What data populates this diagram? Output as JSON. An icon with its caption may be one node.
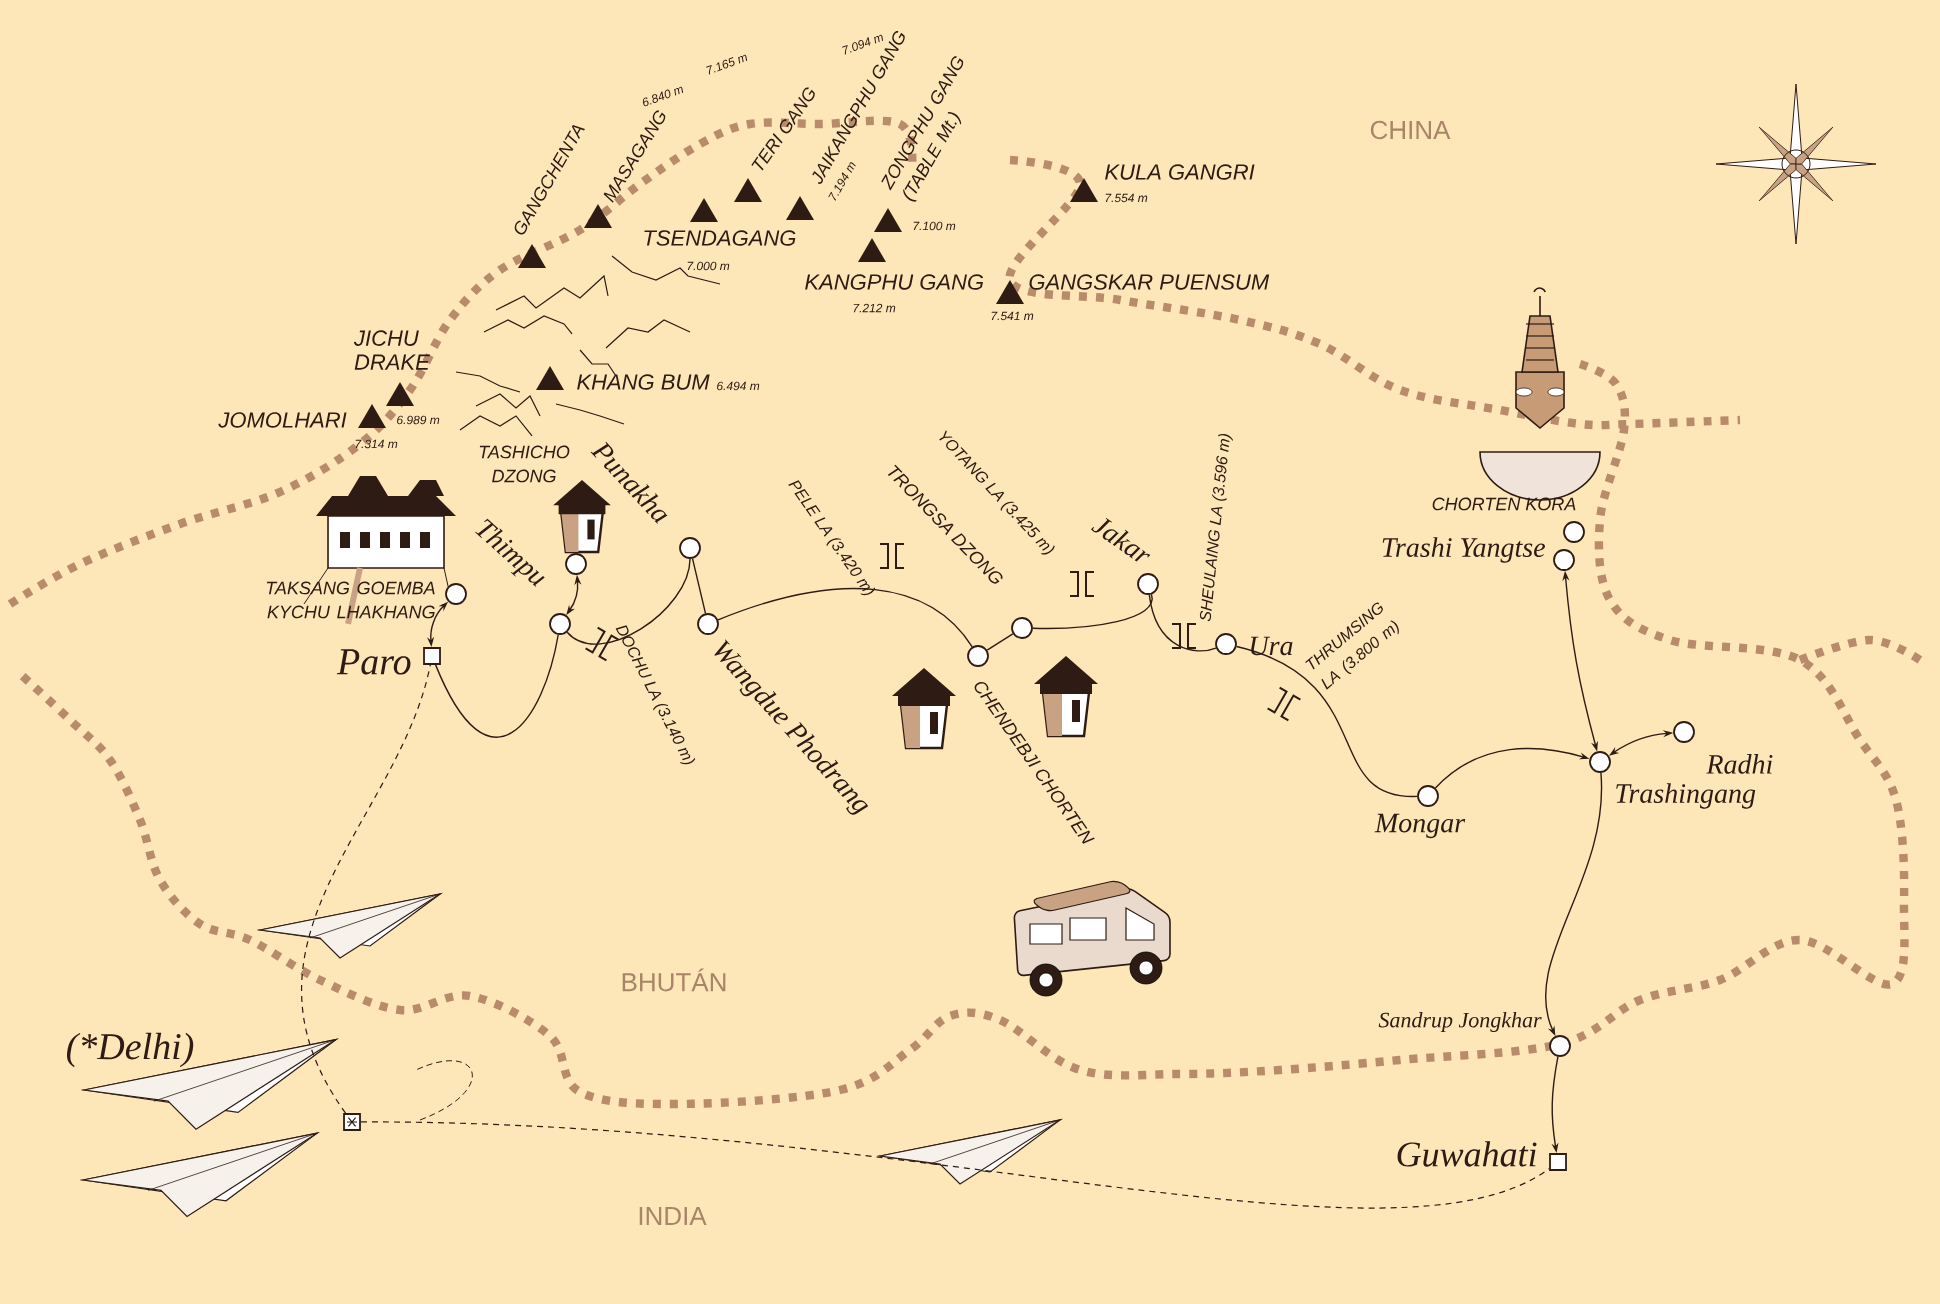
{
  "diagram": {
    "nodes": [
      {
        "text": [
          "Paro"
        ]
      },
      {
        "text": [
          "TAKSANG GOEMBA KYCHU LHAKHANG"
        ]
      },
      {
        "text": [
          "Thimpu"
        ]
      },
      {
        "text": [
          "TASHICHO DZONG"
        ]
      },
      {
        "text": [
          "Punakha"
        ]
      },
      {
        "text": [
          "Wangdue Phodrang"
        ]
      },
      {
        "text": [
          "CHENDEBJI CHORTEN"
        ]
      },
      {
        "text": [
          "TRONGSA DZONG"
        ]
      },
      {
        "text": [
          "Jakar"
        ]
      },
      {
        "text": [
          "Ura"
        ]
      },
      {
        "text": [
          "Mongar"
        ]
      },
      {
        "text": [
          "CHORTEN KORA"
        ]
      },
      {
        "text": [
          "Trashi Yangtse"
        ]
      },
      {
        "text": [
          "Trashingang"
        ]
      },
      {
        "text": [
          "Radhi"
        ]
      },
      {
        "text": [
          "Sandrup Jongkhar"
        ]
      },
      {
        "text": [
          "Guwahati"
        ]
      },
      {
        "text": [
          "(*Delhi)"
        ]
      }
    ],
    "edges": [
      {
        "from": 0,
        "to": 1,
        "arrow": "both"
      },
      {
        "from": 0,
        "to": 2,
        "arrow": "none"
      },
      {
        "from": 2,
        "to": 3,
        "arrow": "both"
      },
      {
        "from": 2,
        "to": 4,
        "arrow": "none"
      },
      {
        "from": 4,
        "to": 5,
        "arrow": "none"
      },
      {
        "from": 5,
        "to": 6,
        "arrow": "none"
      },
      {
        "from": 6,
        "to": 7,
        "arrow": "none"
      },
      {
        "from": 7,
        "to": 8,
        "arrow": "none"
      },
      {
        "from": 8,
        "to": 9,
        "arrow": "none"
      },
      {
        "from": 9,
        "to": 10,
        "arrow": "none"
      },
      {
        "from": 10,
        "to": 13,
        "arrow": "to"
      },
      {
        "from": 12,
        "to": 13,
        "arrow": "both"
      },
      {
        "from": 13,
        "to": 14,
        "arrow": "both"
      },
      {
        "from": 13,
        "to": 15,
        "arrow": "to"
      },
      {
        "from": 15,
        "to": 16,
        "arrow": "to"
      },
      {
        "from": 17,
        "to": 0,
        "arrow": "none",
        "style": "dashed"
      },
      {
        "from": 17,
        "to": 16,
        "arrow": "none",
        "style": "dashed"
      }
    ],
    "labels": [
      "CHINA",
      "GANGCHENTA",
      "6.840 m",
      "MASAGANG",
      "7.165 m",
      "TERI GANG",
      "7.094 m",
      "JAIKANGPHU GANG",
      "7.194 m",
      "ZONGPHU GANG (TABLE Mt.)",
      "7.100 m",
      "KULA GANGRI",
      "7.554 m",
      "TSENDAGANG",
      "7.000 m",
      "KANGPHU GANG",
      "7.212 m",
      "GANGSKAR PUENSUM",
      "7.541 m",
      "JICHU DRAKE",
      "KHANG BUM",
      "6.494 m",
      "JOMOLHARI",
      "6.989 m",
      "7.314 m",
      "PELE LA (3.420 m)",
      "YOTANG LA (3.425 m)",
      "SHEULAING LA (3.596 m)",
      "DOCHU LA (3.140 m)",
      "THRUMSING LA (3.800 m)",
      "BHUTÁN",
      "INDIA"
    ]
  }
}
